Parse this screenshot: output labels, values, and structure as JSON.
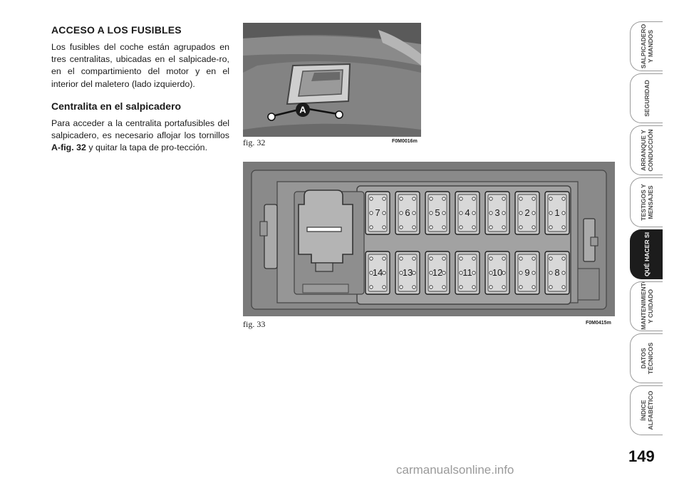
{
  "section": {
    "title": "ACCESO A LOS FUSIBLES",
    "intro": "Los fusibles del coche están agrupados en tres centralitas, ubicadas en el salpicade-ro, en el compartimiento del motor y en el interior del maletero (lado izquierdo).",
    "subtitle": "Centralita en el salpicadero",
    "body_before": "Para acceder a la centralita portafusibles del salpicadero, es necesario aflojar los tornillos ",
    "body_ref": "A-fig. 32",
    "body_after": " y quitar la tapa de pro-tección."
  },
  "figures": {
    "fig32": {
      "caption": "fig. 32",
      "code": "F0M0016m",
      "callout": "A"
    },
    "fig33": {
      "caption": "fig. 33",
      "code": "F0M0415m",
      "fuses_top": [
        "7",
        "6",
        "5",
        "4",
        "3",
        "2",
        "1"
      ],
      "fuses_bottom": [
        "14",
        "13",
        "12",
        "11",
        "10",
        "9",
        "8"
      ]
    }
  },
  "tabs": [
    {
      "label": "SALPICADERO\nY MANDOS",
      "active": false
    },
    {
      "label": "SEGURIDAD",
      "active": false
    },
    {
      "label": "ARRANQUE Y\nCONDUCCIÓN",
      "active": false
    },
    {
      "label": "TESTIGOS Y\nMENSAJES",
      "active": false
    },
    {
      "label": "QUÉ HACER SI",
      "active": true
    },
    {
      "label": "MANTENIMIENTO\nY CUIDADO",
      "active": false
    },
    {
      "label": "DATOS\nTÉCNICOS",
      "active": false
    },
    {
      "label": "ÍNDICE\nALFABÉTICO",
      "active": false
    }
  ],
  "page_number": "149",
  "watermark": "carmanualsonline.info"
}
